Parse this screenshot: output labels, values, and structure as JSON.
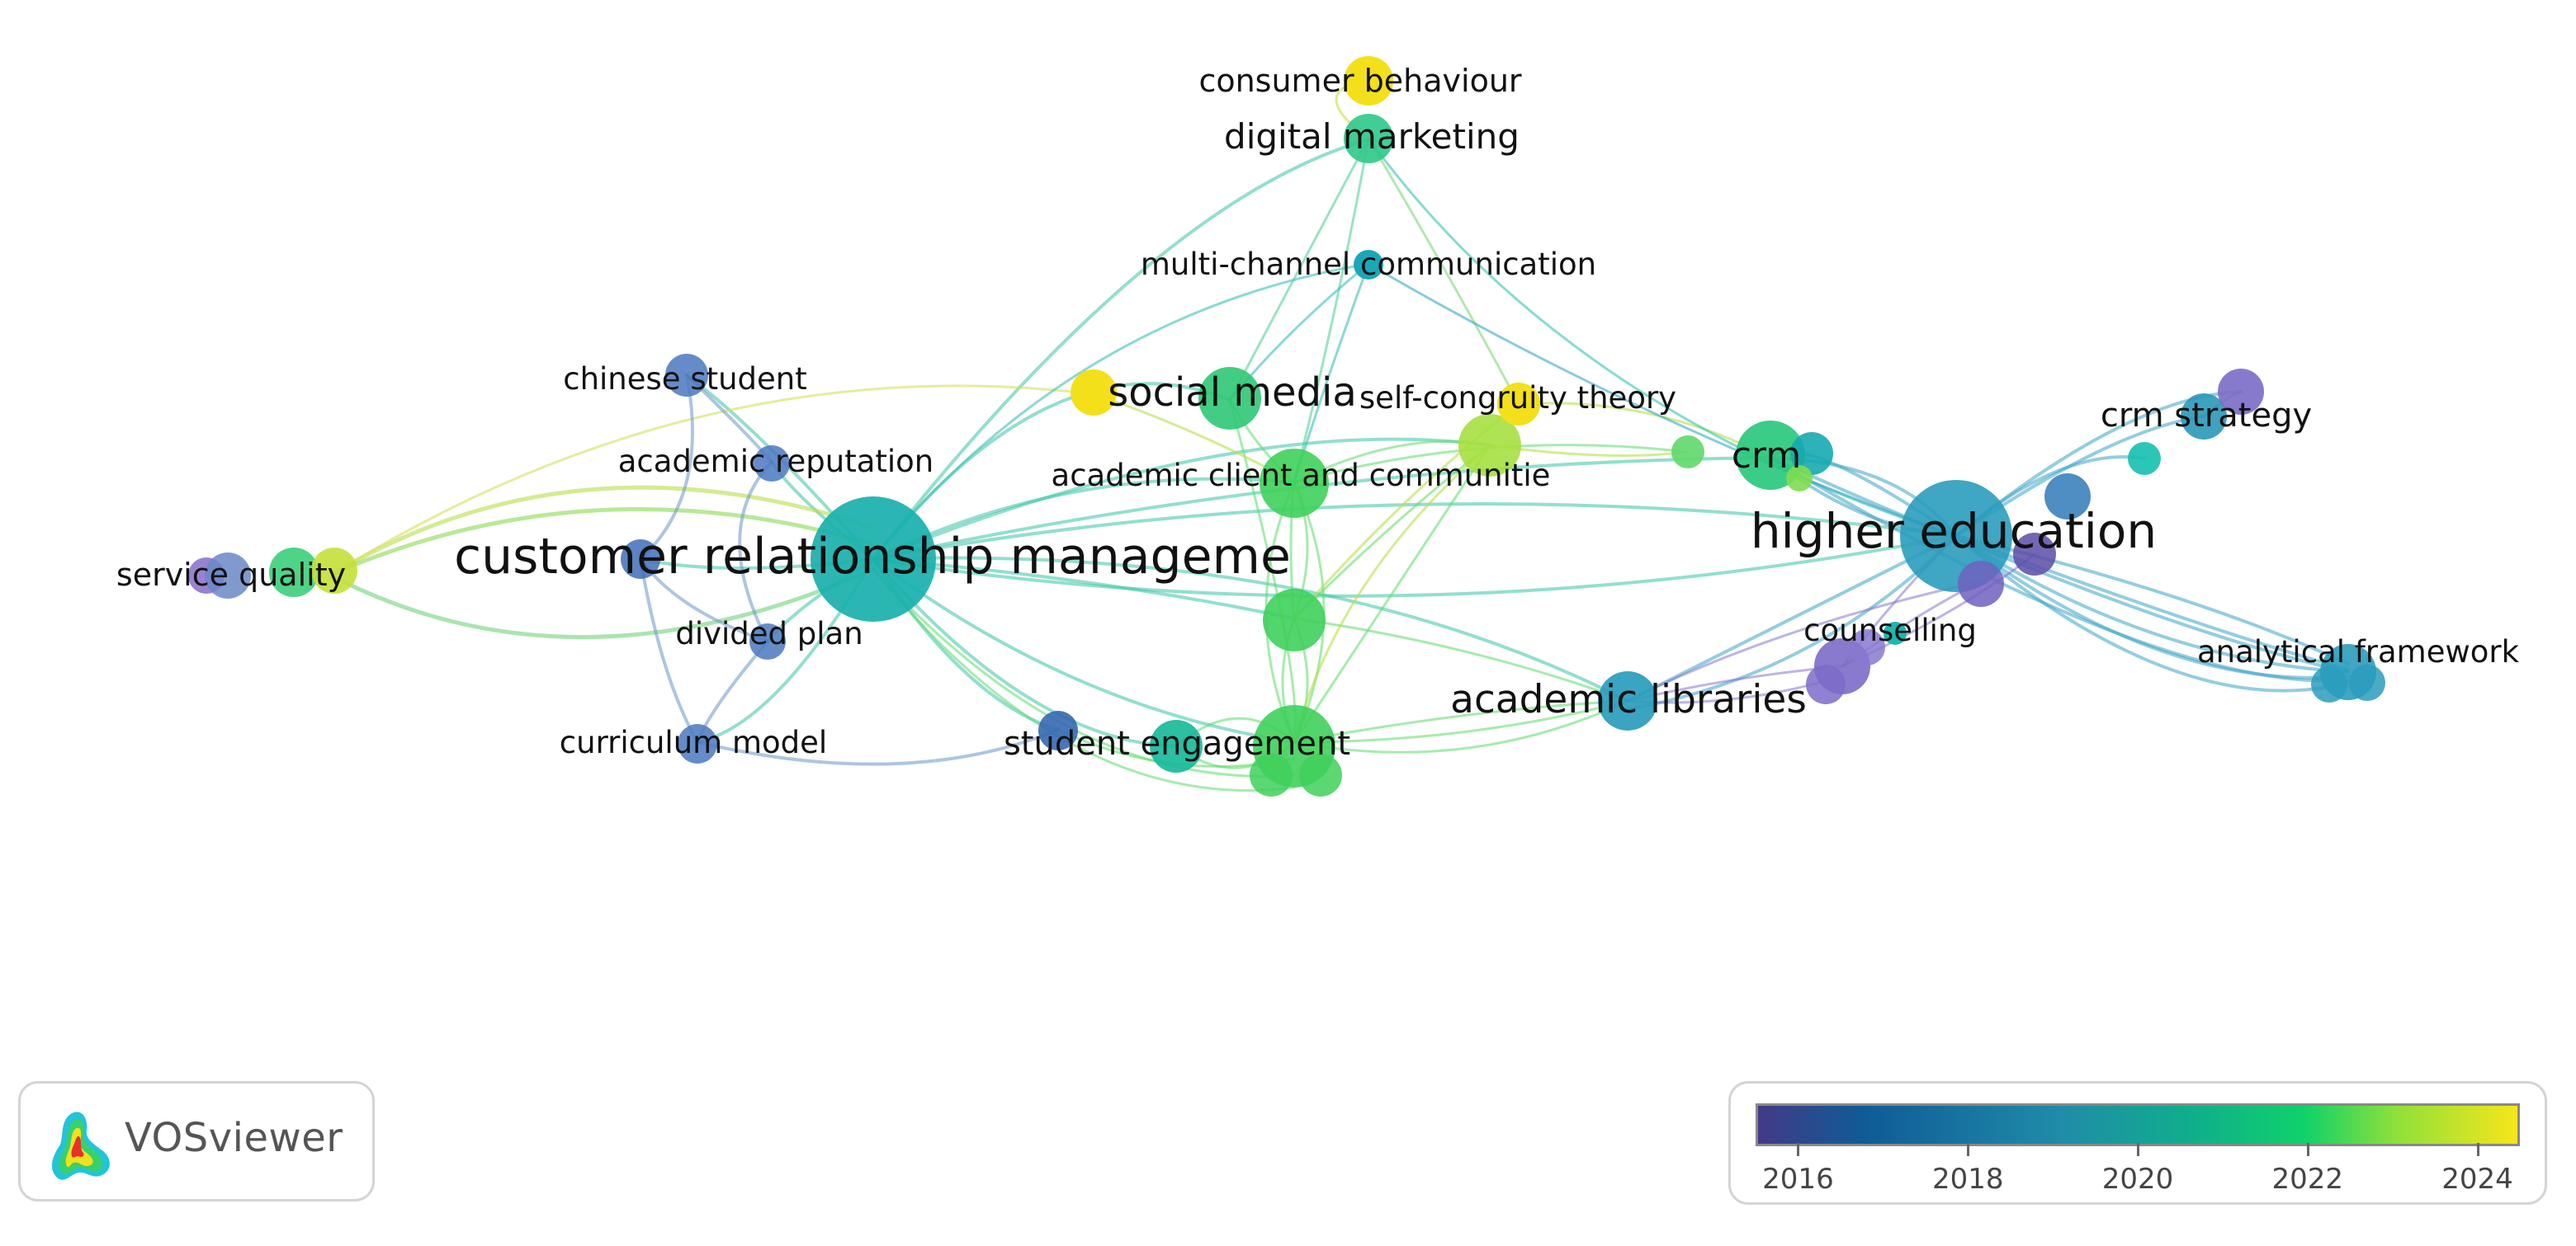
{
  "labels": {
    "consumer_behaviour": "consumer behaviour",
    "digital_marketing": "digital marketing",
    "multi_channel_communication": "multi-channel communication",
    "chinese_student": "chinese student",
    "social_media": "social media",
    "self_congruity_theory": "self-congruity theory",
    "crm": "crm",
    "crm_strategy": "crm strategy",
    "academic_reputation": "academic reputation",
    "academic_client_and_communitie": "academic client and communitie",
    "higher_education": "higher education",
    "customer_relationship_manageme": "customer relationship manageme",
    "service_quality": "service quality",
    "divided_plan": "divided plan",
    "counselling": "counselling",
    "analytical_framework": "analytical framework",
    "academic_libraries": "academic libraries",
    "curriculum_model": "curriculum model",
    "student_engagement": "student engagement"
  },
  "brand": {
    "name": "VOSviewer"
  },
  "legend": {
    "ticks": [
      "2016",
      "2018",
      "2020",
      "2022",
      "2024"
    ],
    "tick_years": [
      2016,
      2018,
      2020,
      2022,
      2024
    ],
    "range": [
      2015.5,
      2024.5
    ]
  },
  "colors": {
    "y2016": "#433a86",
    "y2017": "#2f6ea6",
    "y2018": "#2e87b0",
    "y2019": "#1fa2b0",
    "y2020": "#13b39c",
    "y2021": "#22c86e",
    "y2022": "#4ed85a",
    "y2023": "#b2e03a",
    "y2024": "#f3e01a"
  }
}
